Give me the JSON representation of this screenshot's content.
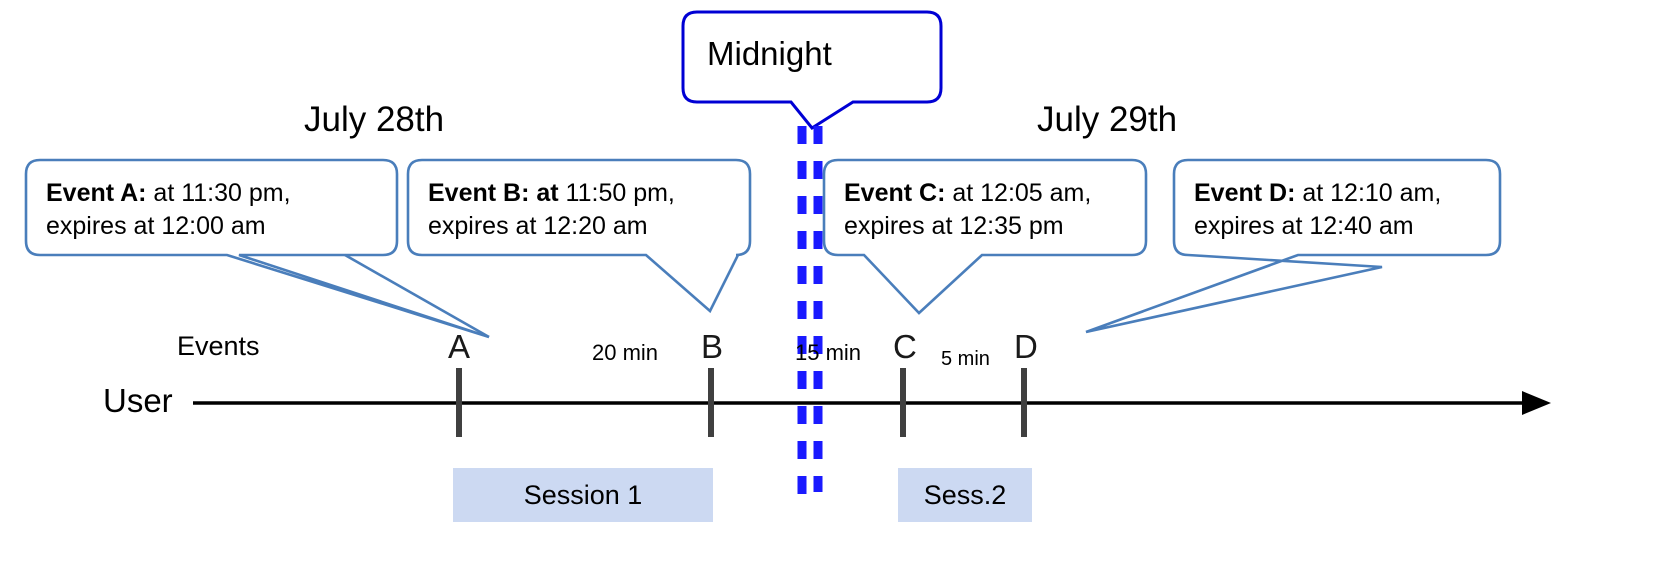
{
  "diagram": {
    "title_labels": {
      "day_left": "July 28th",
      "day_right": "July 29th",
      "midnight": "Midnight"
    },
    "rows": {
      "events_label": "Events",
      "user_label": "User"
    },
    "events": [
      {
        "id": "A",
        "tick_label": "A",
        "bold_text": "Event A:",
        "line1_rest": " at 11:30 pm,",
        "line2": "expires at 12:00 am"
      },
      {
        "id": "B",
        "tick_label": "B",
        "bold_text": "Event B: at",
        "line1_rest": " 11:50 pm,",
        "line2": "expires at 12:20 am"
      },
      {
        "id": "C",
        "tick_label": "C",
        "bold_text": "Event C:",
        "line1_rest": " at 12:05 am,",
        "line2": "expires at 12:35 pm"
      },
      {
        "id": "D",
        "tick_label": "D",
        "bold_text": "Event D:",
        "line1_rest": "  at 12:10 am,",
        "line2": "expires at 12:40 am"
      }
    ],
    "gaps": [
      {
        "label": "20 min"
      },
      {
        "label": "15 min"
      },
      {
        "label": "5 min"
      }
    ],
    "sessions": [
      {
        "label": "Session 1"
      },
      {
        "label": "Sess.2"
      }
    ],
    "colors": {
      "callout_border": "#4a7ebb",
      "midnight_border": "#0000d4",
      "midnight_dash": "#1a1aff",
      "session_fill": "#ccd9f2",
      "axis": "#000000",
      "tick": "#404040"
    }
  }
}
